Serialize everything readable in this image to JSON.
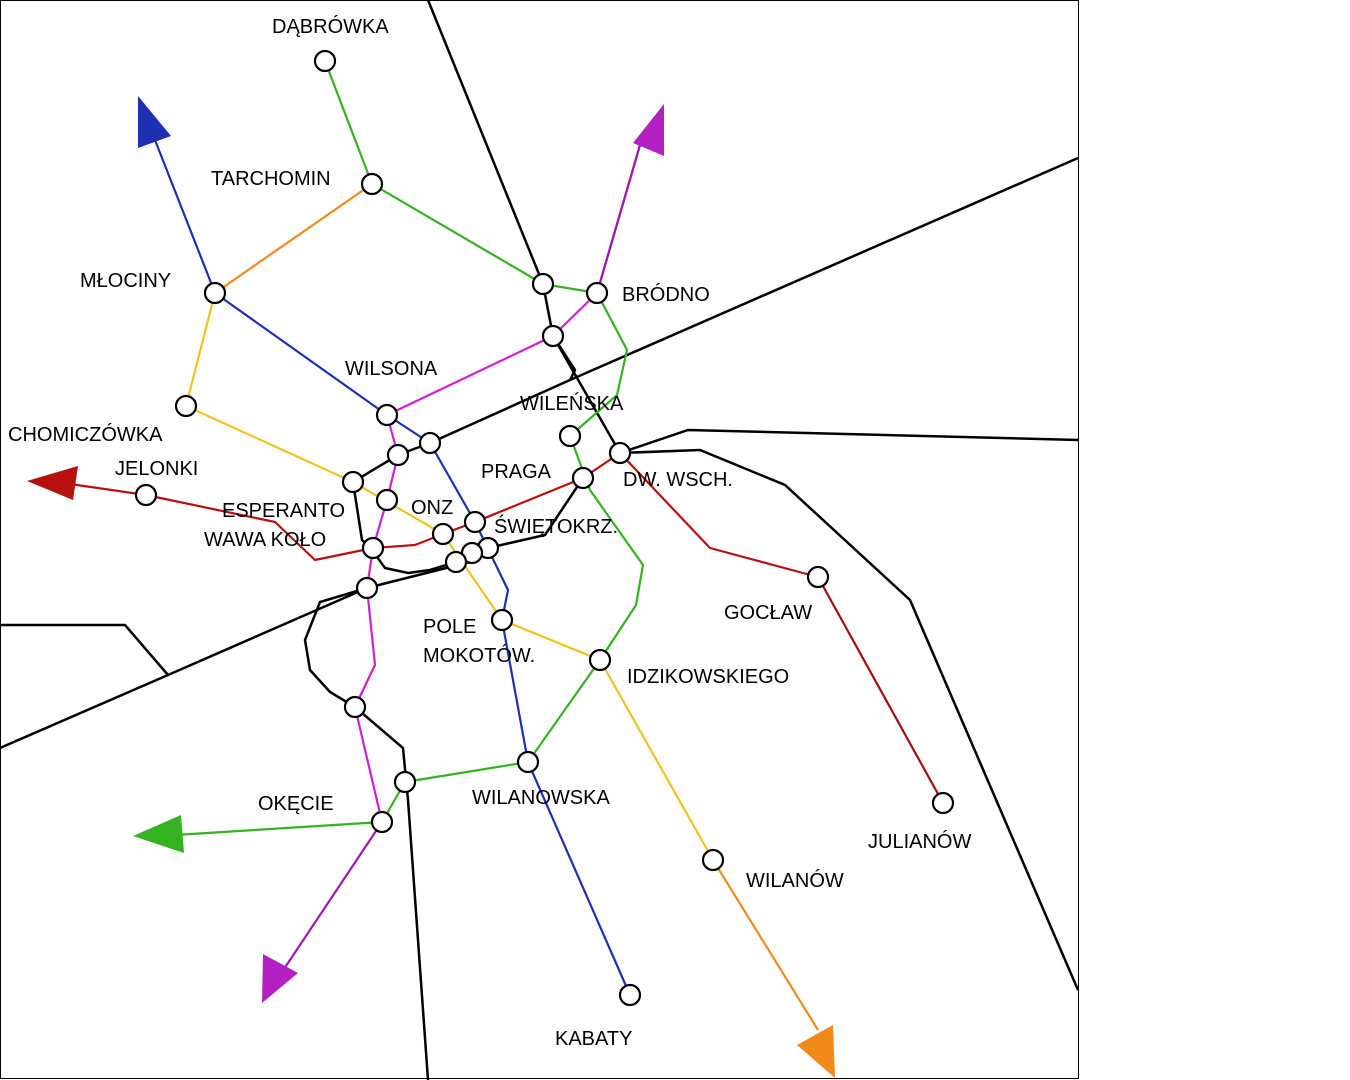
{
  "colors": {
    "green": "#33b31f",
    "blue": "#1f2fb3",
    "magenta": "#d11fd6",
    "purple": "#9b1aa8",
    "red": "#b80f0f",
    "orange": "#f28a1a",
    "yellow": "#f2c21f",
    "rail": "#000000"
  },
  "stations": [
    "DĄBRÓWKA",
    "TARCHOMIN",
    "MŁOCINY",
    "BRÓDNO",
    "WILSONA",
    "WILEŃSKA",
    "CHOMICZÓWKA",
    "JELONKI",
    "PRAGA",
    "DW. WSCH.",
    "ESPERANTO",
    "ONZ",
    "ŚWIĘTOKRZ.",
    "WAWA KOŁO",
    "GOCŁAW",
    "POLE",
    "MOKOTÓW.",
    "IDZIKOWSKIEGO",
    "WILANOWSKA",
    "OKĘCIE",
    "JULIANÓW",
    "WILANÓW",
    "KABATY"
  ]
}
